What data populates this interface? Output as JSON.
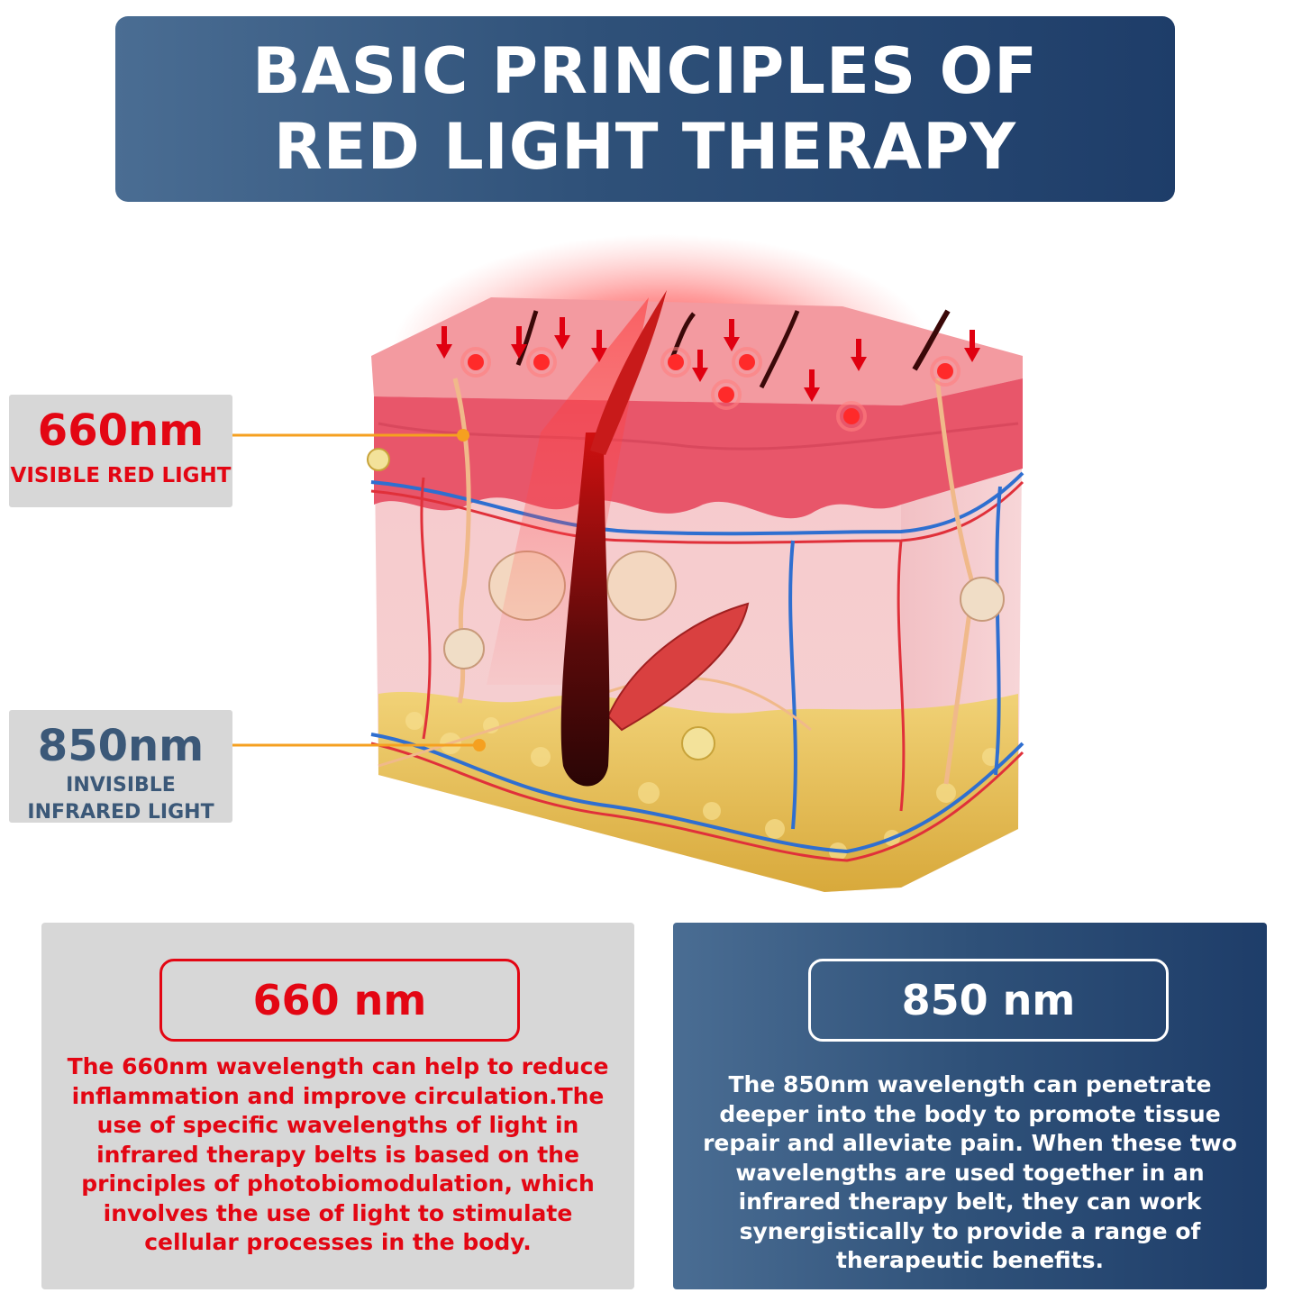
{
  "title": "BASIC PRINCIPLES OF RED LIGHT THERAPY",
  "labels": {
    "red": {
      "wavelength": "660nm",
      "description": "VISIBLE RED LIGHT"
    },
    "infrared": {
      "wavelength": "850nm",
      "description_line1": "INVISIBLE",
      "description_line2": "INFRARED LIGHT"
    }
  },
  "panels": {
    "left": {
      "heading": "660 nm",
      "text": "The 660nm wavelength can help to reduce inflammation and improve circulation.The use of specific wavelengths of light in infrared therapy belts is based on the principles of photobiomodulation, which involves the use of light to stimulate cellular processes in the body."
    },
    "right": {
      "heading": "850 nm",
      "text": "The 850nm wavelength can penetrate deeper into the body to promote tissue repair and alleviate pain. When these two wavelengths are used together in an infrared therapy belt, they can work synergistically to provide a range of therapeutic benefits."
    }
  },
  "colors": {
    "red_accent": "#e30613",
    "navy": "#2f5179",
    "label_gray": "#d7d7d7",
    "connector_orange": "#f5a020",
    "skin_pink": "#f6c6c6",
    "fat_yellow": "#e8c25a"
  }
}
